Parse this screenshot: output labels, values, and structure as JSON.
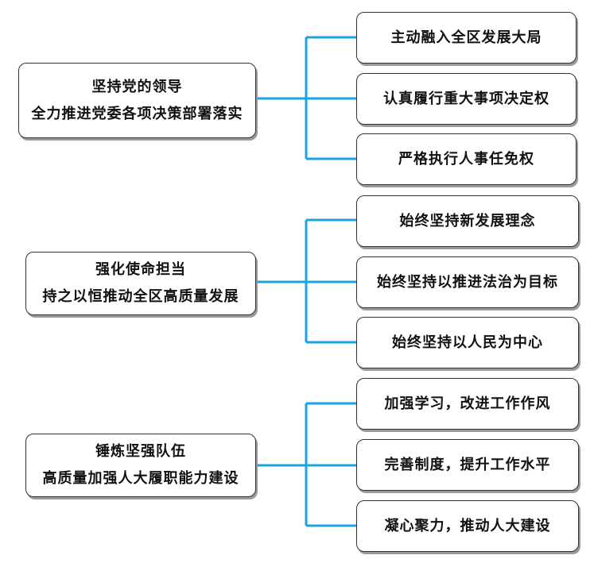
{
  "groups": [
    {
      "parent": {
        "line1": "坚持党的领导",
        "line2": "全力推进党委各项决策部署落实"
      },
      "children": [
        "主动融入全区发展大局",
        "认真履行重大事项决定权",
        "严格执行人事任免权"
      ]
    },
    {
      "parent": {
        "line1": "强化使命担当",
        "line2": "持之以恒推动全区高质量发展"
      },
      "children": [
        "始终坚持新发展理念",
        "始终坚持以推进法治为目标",
        "始终坚持以人民为中心"
      ]
    },
    {
      "parent": {
        "line1": "锤炼坚强队伍",
        "line2": "高质量加强人大履职能力建设"
      },
      "children": [
        "加强学习，改进工作作风",
        "完善制度，提升工作水平",
        "凝心聚力，推动人大建设"
      ]
    }
  ],
  "colors": {
    "connector": "#1aa3e0",
    "border": "#333333",
    "shadow": "#9a9a9a"
  }
}
